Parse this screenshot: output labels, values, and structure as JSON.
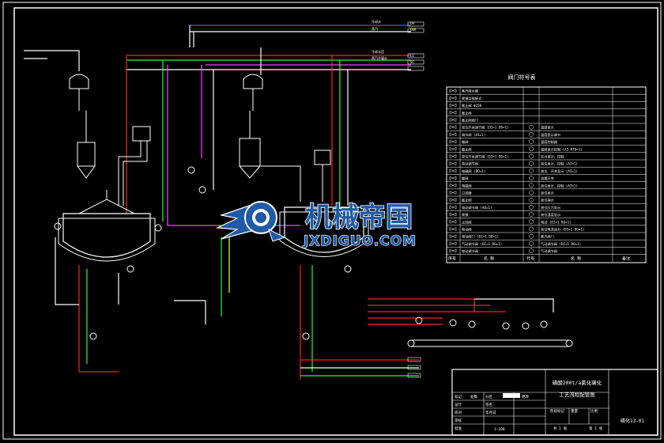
{
  "legend": {
    "title": "阀门符号表",
    "header": [
      "序号",
      "名 称",
      "代号",
      "名 称",
      "备注"
    ],
    "rows": [
      [
        "",
        "蒸汽疏水器",
        "",
        ""
      ],
      [
        "",
        "视镜口插接式",
        "",
        ""
      ],
      [
        "",
        "截止阀 Φ150",
        "",
        ""
      ],
      [
        "",
        "截止阀",
        "",
        ""
      ],
      [
        "",
        "截止阀阀门",
        "",
        ""
      ],
      [
        "",
        "双位开关调节阀 (DI=1 DO=1)",
        "",
        "温度显示"
      ],
      [
        "",
        "调节阀 (AI=1)",
        "",
        "温度显示调节"
      ],
      [
        "",
        "蝶阀",
        "",
        "温度控制器"
      ],
      [
        "",
        "截止阀",
        "",
        "温度显示控制 (AI RTD=1)"
      ],
      [
        "",
        "双位开关调节阀 (DI=1 DO=1)",
        "",
        "压力显示、控制"
      ],
      [
        "",
        "电动调节阀",
        "",
        "液位显示、控制 (AI=1)"
      ],
      [
        "",
        "电磁阀 (DO=1)",
        "",
        "液位、开关显示 (AI=1)"
      ],
      [
        "",
        "蝶阀",
        "",
        "流量开关"
      ],
      [
        "",
        "电磁阀",
        "",
        "液位显示、控制 (AI=1)"
      ],
      [
        "",
        "过滤器",
        "",
        "液位显示"
      ],
      [
        "",
        "截止阀",
        "",
        "液位指示"
      ],
      [
        "",
        "电动调节阀 (AO=1)",
        "",
        "液位压力显示"
      ],
      [
        "",
        "视镜",
        "",
        "液位温度显示"
      ],
      [
        "",
        "止回阀",
        "",
        "电动 (DI=1 DO=1)"
      ],
      [
        "",
        "电动阀",
        "",
        "液位电流动力 (DI=1 DO=1)"
      ],
      [
        "",
        "电动阀门 (DI=1 DO=1)",
        "",
        "蒸汽阀门"
      ],
      [
        "",
        "气动调节阀 (DI=1 DO=1)",
        "",
        "气动调节阀 (DI=1 DO=1)"
      ],
      [
        "",
        "电动调节阀",
        "",
        "气动调节阀"
      ]
    ]
  },
  "title_block": {
    "project": "磺酸200t/a氯化磺化",
    "drawing": "工艺流程配管图",
    "drawing_no": "磺化13-01",
    "scale": "1:100",
    "cells": [
      "设计",
      "校对",
      "审核",
      "批准",
      "标记",
      "处数",
      "分区",
      "更改",
      "签名",
      "年月日",
      "阶段标记",
      "重量",
      "比例",
      "共 1 张",
      "第 1 张"
    ]
  },
  "watermark": {
    "cn": "机械帝国",
    "en": "JXDIGUO.COM"
  },
  "pipe_labels": [
    "冷却水",
    "蒸汽",
    "冷却水回",
    "蒸汽冷凝水",
    "CW",
    "CWR",
    "LS",
    "SC"
  ],
  "colors": {
    "background": "#000000",
    "white": "#ffffff",
    "red": "#ff2020",
    "green": "#20ff20",
    "magenta": "#ff40ff",
    "yellow": "#ffff00",
    "cyan": "#00ffff",
    "blue": "#3060ff",
    "watermark_blue": "#1e5aa8"
  }
}
